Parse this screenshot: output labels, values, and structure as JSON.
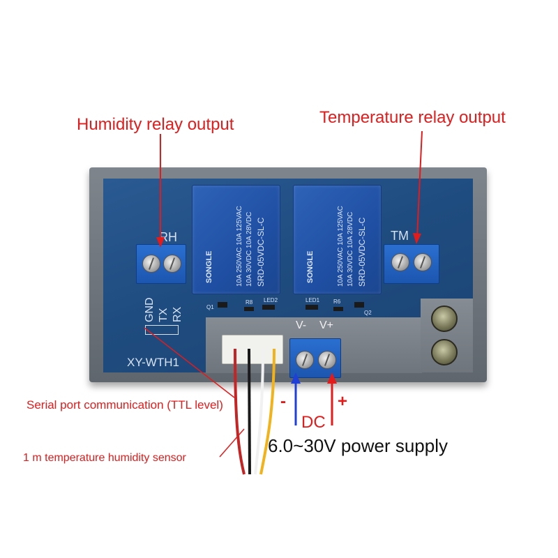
{
  "annotations": {
    "humidity_relay": "Humidity relay output",
    "temperature_relay": "Temperature relay output",
    "serial_port": "Serial port communication (TTL level)",
    "sensor": "1 m temperature humidity sensor",
    "minus": "-",
    "plus": "+",
    "dc": "DC",
    "power_supply": "6.0~30V power supply"
  },
  "board": {
    "model": "XY-WTH1",
    "rh_label": "RH",
    "tm_label": "TM",
    "gnd": "GND",
    "tx": "TX",
    "rx": "RX",
    "v_minus": "V-",
    "v_plus": "V+",
    "led1": "LED1",
    "led2": "LED2",
    "q1": "Q1",
    "q2": "Q2",
    "r6": "R6",
    "r8": "R8"
  },
  "relays": [
    {
      "brand": "SONGLE",
      "model": "SRD-05VDC-SL-C",
      "rating1": "10A 250VAC 10A 125VAC",
      "rating2": "10A 30VDC 10A 28VDC"
    },
    {
      "brand": "SONGLE",
      "model": "SRD-05VDC-SL-C",
      "rating1": "10A 250VAC 10A 125VAC",
      "rating2": "10A 30VDC 10A 28VDC"
    }
  ],
  "colors": {
    "annotation_red": "#e31b1b",
    "arrow_blue": "#1f3fd6",
    "pcb_blue": "#1f4c80"
  }
}
